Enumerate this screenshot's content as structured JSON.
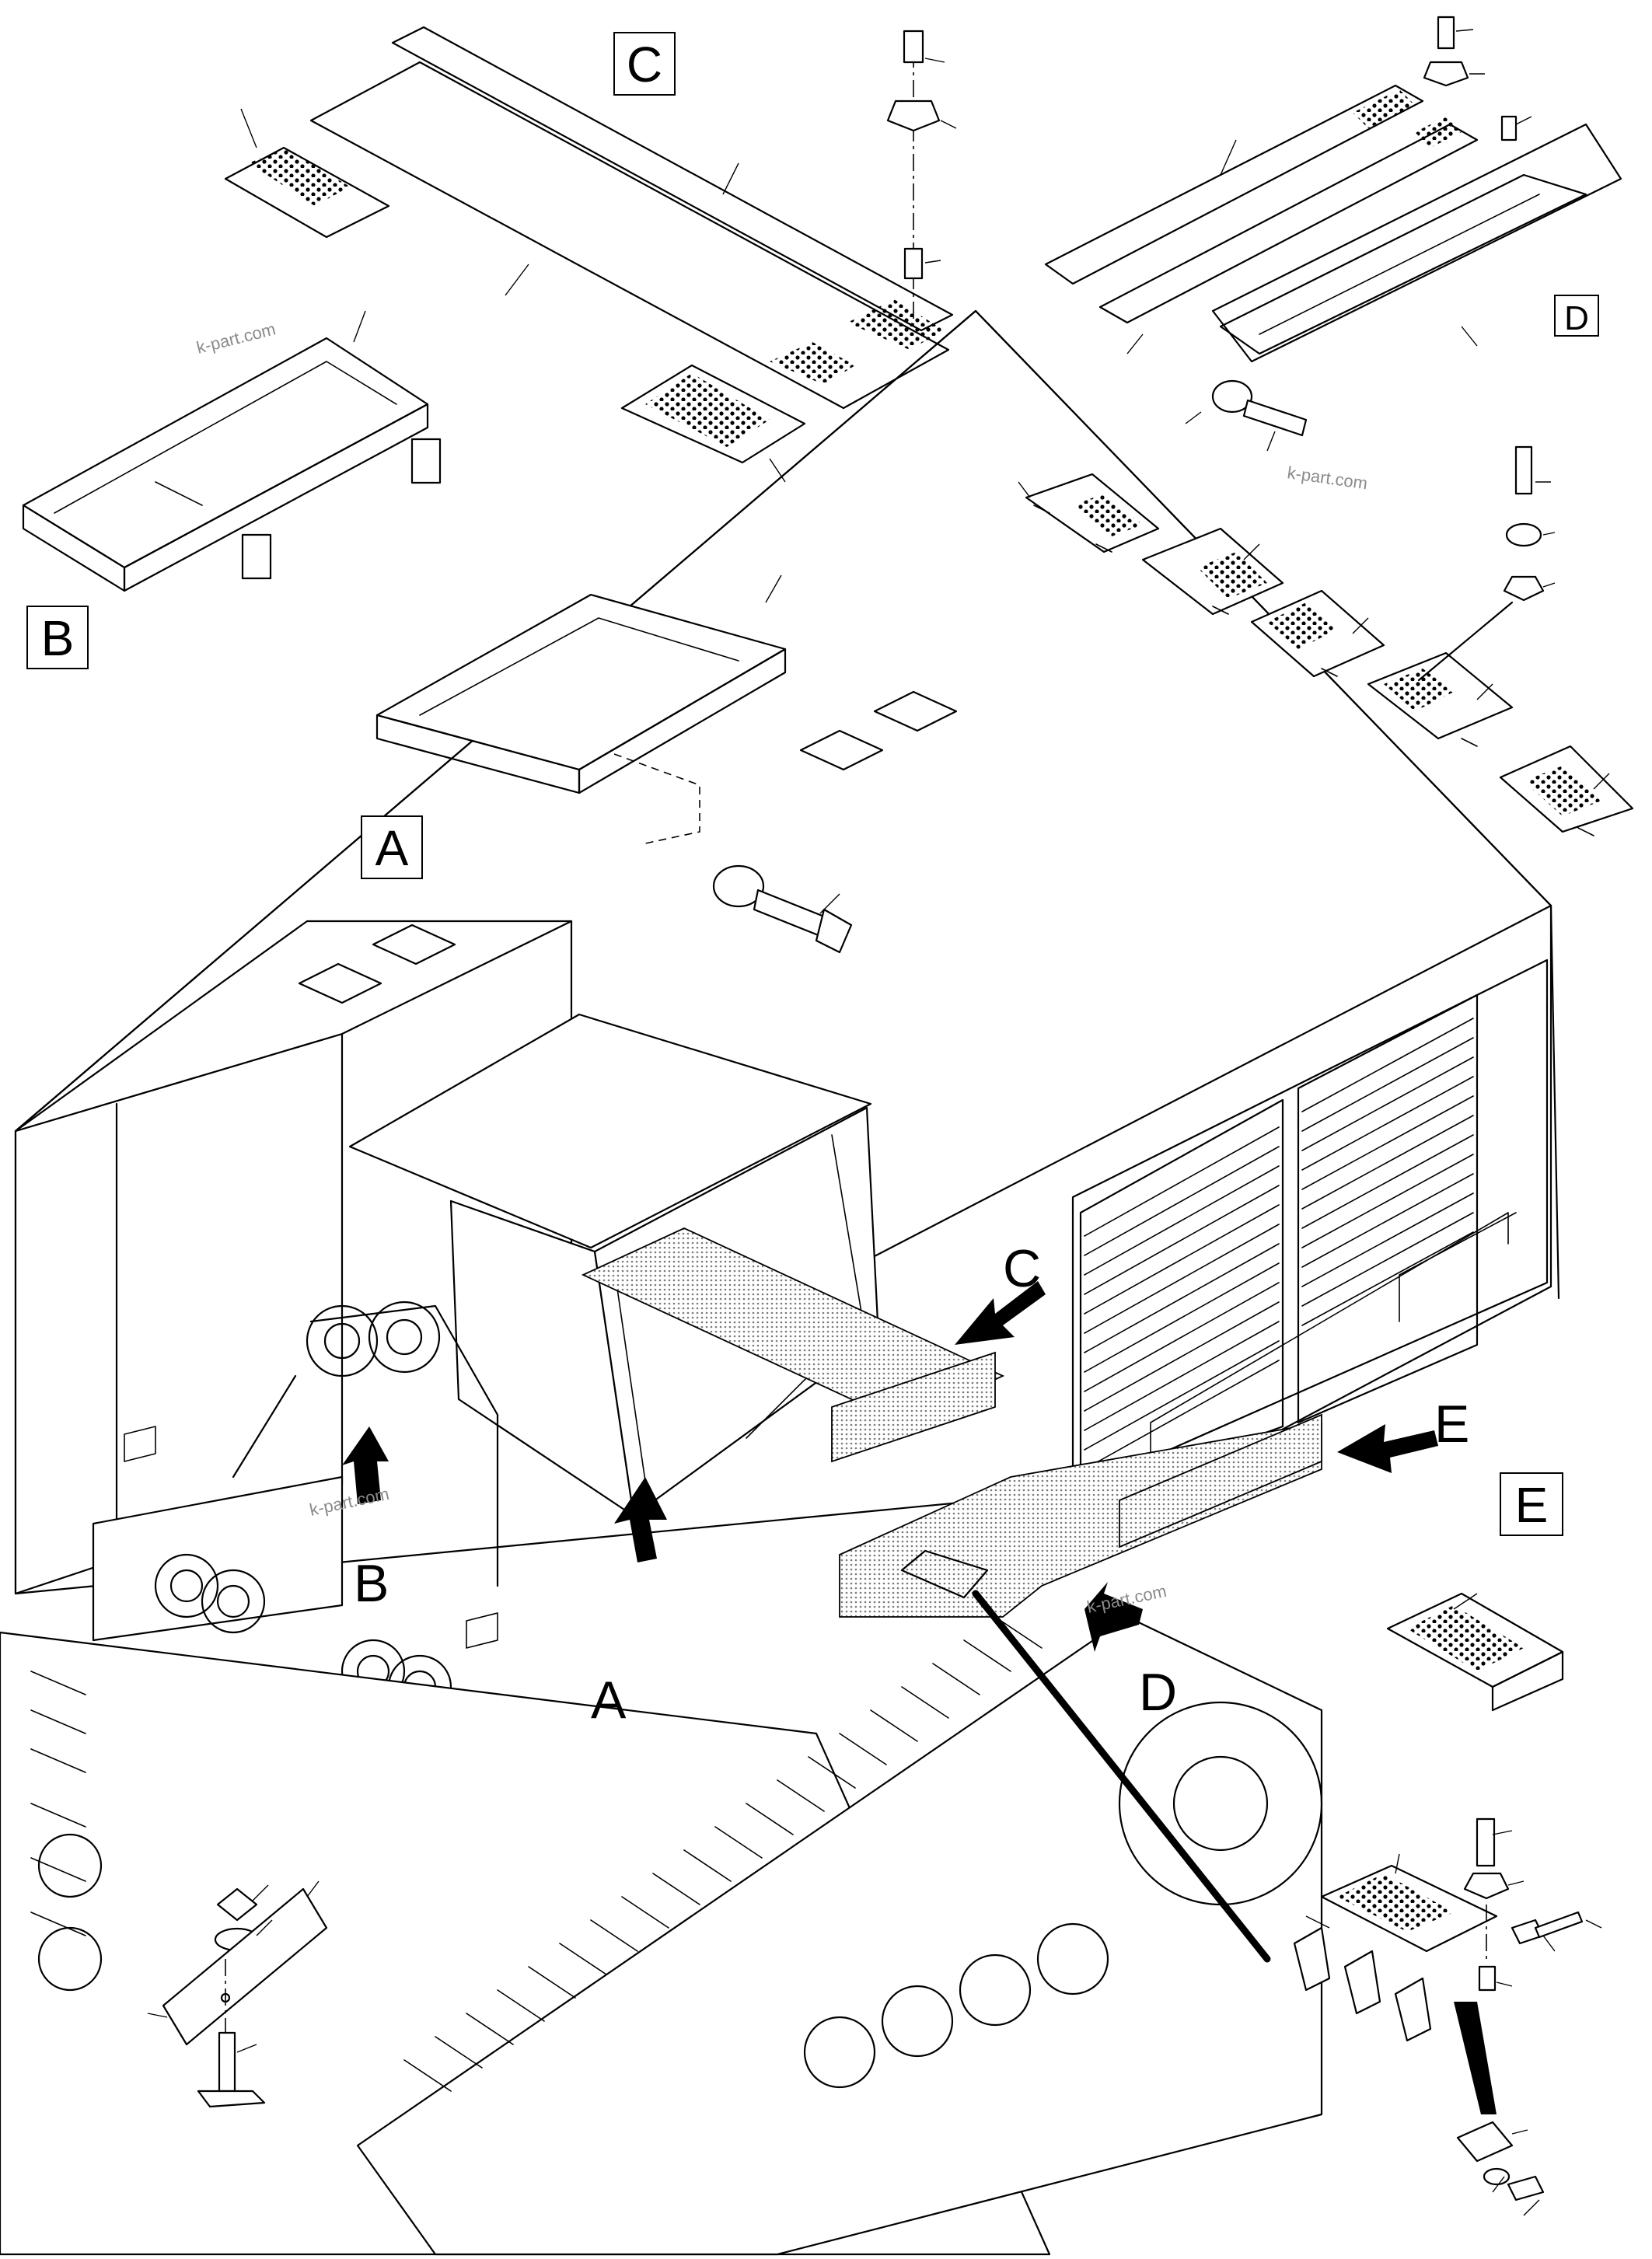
{
  "callouts": {
    "A": "A",
    "B": "B",
    "C": "C",
    "D": "D",
    "E": "E"
  },
  "detail_views": {
    "A": "A",
    "B": "B",
    "C": "C",
    "D": "D",
    "E": "E"
  },
  "watermarks": [
    "k-part.com",
    "k-part.com",
    "k-part.com",
    "k-part.com"
  ],
  "colors": {
    "line": "#000000",
    "background": "#ffffff",
    "watermark": "#8a8a8a"
  }
}
